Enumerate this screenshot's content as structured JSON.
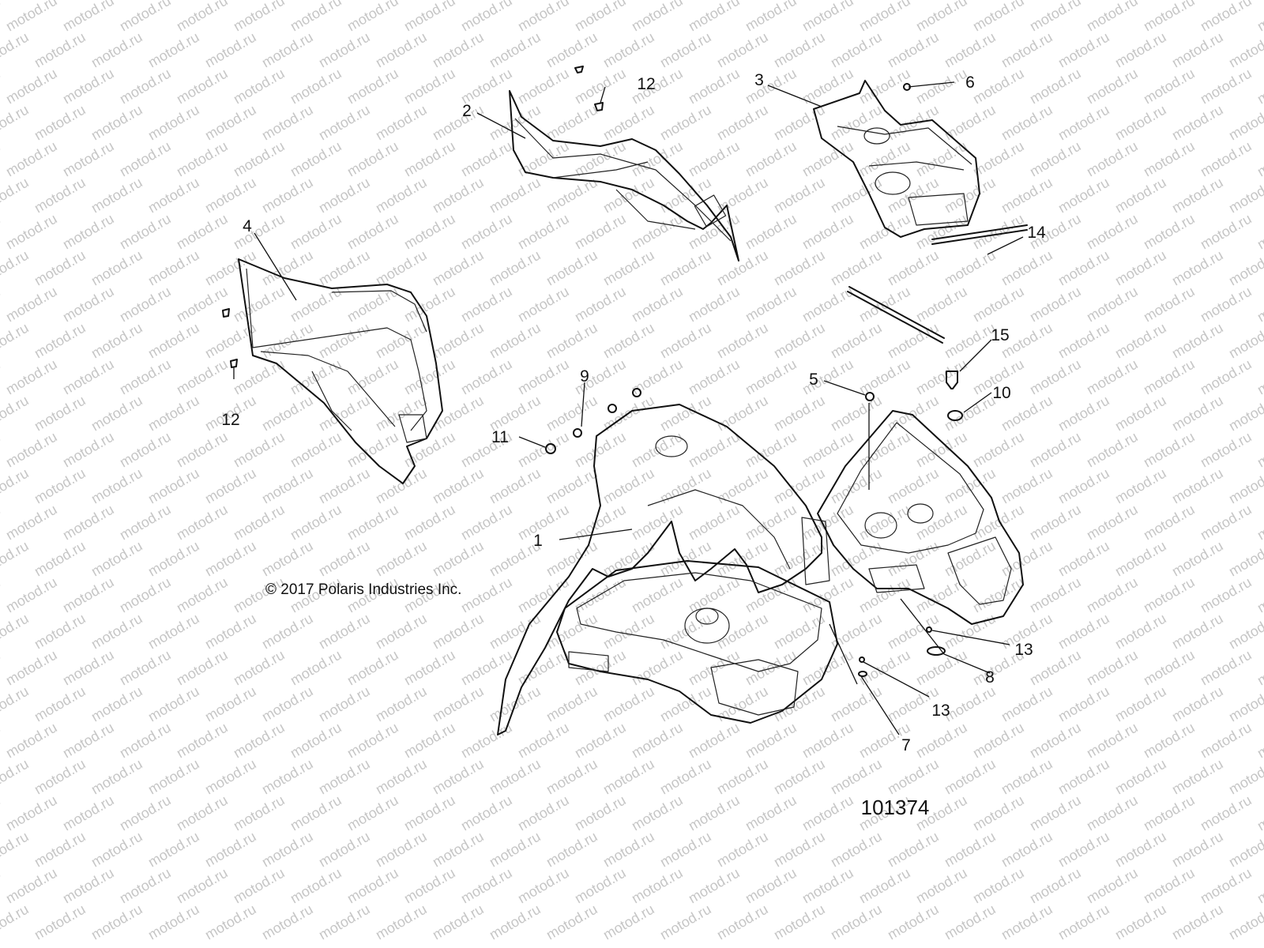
{
  "watermark": {
    "text": "motod.ru"
  },
  "copyright": "© 2017 Polaris Industries Inc.",
  "drawing_number": "101374",
  "callouts": [
    {
      "id": "callout-1",
      "label": "1"
    },
    {
      "id": "callout-2",
      "label": "2"
    },
    {
      "id": "callout-3",
      "label": "3"
    },
    {
      "id": "callout-4",
      "label": "4"
    },
    {
      "id": "callout-5",
      "label": "5"
    },
    {
      "id": "callout-6",
      "label": "6"
    },
    {
      "id": "callout-7",
      "label": "7"
    },
    {
      "id": "callout-8",
      "label": "8"
    },
    {
      "id": "callout-9",
      "label": "9"
    },
    {
      "id": "callout-10",
      "label": "10"
    },
    {
      "id": "callout-11",
      "label": "11"
    },
    {
      "id": "callout-12a",
      "label": "12"
    },
    {
      "id": "callout-12b",
      "label": "12"
    },
    {
      "id": "callout-13a",
      "label": "13"
    },
    {
      "id": "callout-13b",
      "label": "13"
    },
    {
      "id": "callout-14",
      "label": "14"
    },
    {
      "id": "callout-15",
      "label": "15"
    }
  ]
}
